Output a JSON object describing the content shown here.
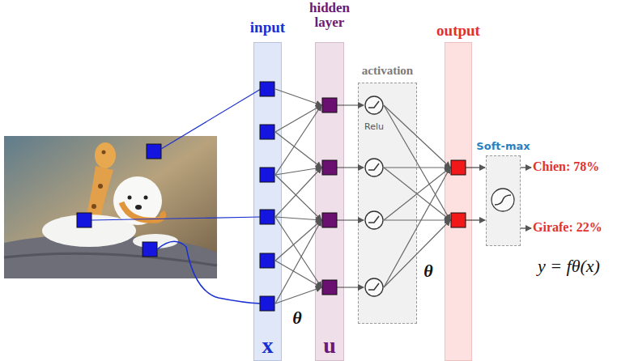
{
  "diagram": {
    "nodes": [
      {
        "text": [
          "input",
          "x"
        ]
      },
      {
        "text": [
          "hidden layer",
          "u"
        ]
      },
      {
        "text": [
          "activation"
        ]
      },
      {
        "text": [
          "output"
        ]
      },
      {
        "text": [
          "Soft-max"
        ]
      }
    ],
    "labels": [
      "Relu",
      "θ",
      "θ",
      "Chien: 78%",
      "Girafe: 22%",
      "y = fθ(x)"
    ]
  }
}
